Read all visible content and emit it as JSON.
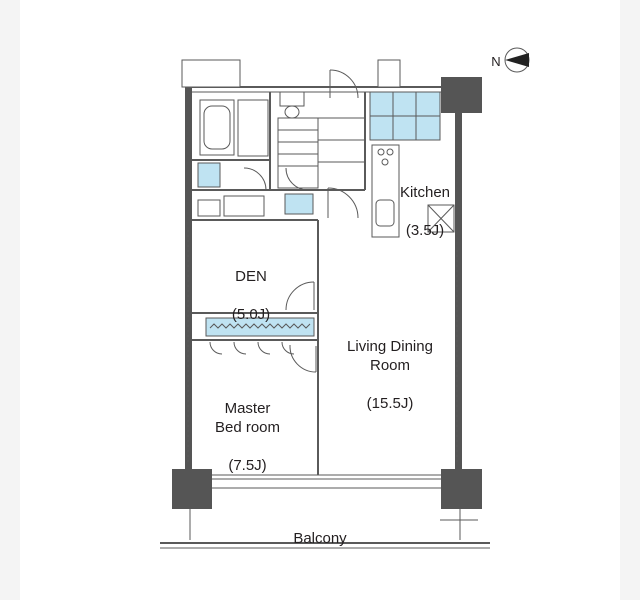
{
  "rooms": {
    "kitchen": {
      "name": "Kitchen",
      "size": "(3.5J)"
    },
    "den": {
      "name": "DEN",
      "size": "(5.0J)"
    },
    "living": {
      "name": "Living Dining\nRoom",
      "size": "(15.5J)"
    },
    "master": {
      "name": "Master\nBed room",
      "size": "(7.5J)"
    },
    "balcony": {
      "name": "Balcony"
    }
  },
  "compass": {
    "label": "N"
  },
  "colors": {
    "wall": "#444444",
    "column": "#555555",
    "fixture_blue": "#bfe3f2",
    "line": "#5a5a5a"
  }
}
